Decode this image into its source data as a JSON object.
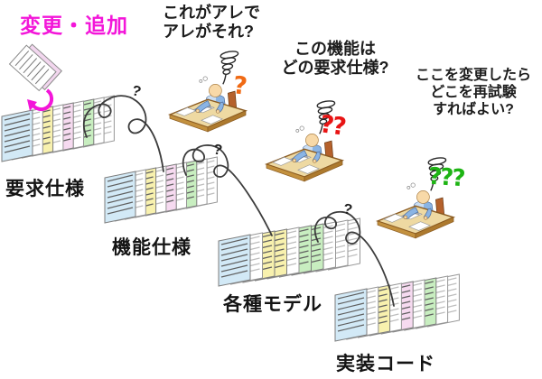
{
  "change_annotation": {
    "label": "変更・追加"
  },
  "speech": {
    "q1": {
      "lines": [
        "これがアレで",
        "アレがそれ?"
      ]
    },
    "q2": {
      "lines": [
        "この機能は",
        "どの要求仕様?"
      ]
    },
    "q3": {
      "lines": [
        "ここを変更したら",
        "どこを再試験",
        "すればよい?"
      ]
    }
  },
  "thought_marks": [
    {
      "text": "?",
      "color": "#f06a14"
    },
    {
      "text": "??",
      "color": "#e81414"
    },
    {
      "text": "???",
      "color": "#1eb414"
    }
  ],
  "connector_marks": [
    {
      "text": "?"
    },
    {
      "text": "?"
    },
    {
      "text": "?"
    }
  ],
  "stacks": [
    {
      "id": "requirements",
      "label": "要求仕様",
      "sheets": [
        "blue",
        "white",
        "yellow",
        "white",
        "pink",
        "white",
        "green",
        "white",
        "white"
      ]
    },
    {
      "id": "functional",
      "label": "機能仕様",
      "sheets": [
        "blue",
        "white",
        "yellow",
        "white",
        "pink",
        "white",
        "green",
        "white",
        "white"
      ]
    },
    {
      "id": "models",
      "label": "各種モデル",
      "sheets": [
        "blue",
        "white",
        "yellow",
        "yellow",
        "white",
        "green",
        "green",
        "white",
        "white",
        "white"
      ]
    },
    {
      "id": "code",
      "label": "実装コード",
      "sheets": [
        "blue",
        "white",
        "yellow",
        "white",
        "pink",
        "white",
        "green",
        "white",
        "white"
      ]
    }
  ],
  "colors": {
    "accent_magenta": "#f316d9",
    "sheets": {
      "blue": "#d2e9f6",
      "yellow": "#f8f1ae",
      "pink": "#f6daf0",
      "green": "#c8eec0",
      "white": "#ffffff"
    }
  }
}
